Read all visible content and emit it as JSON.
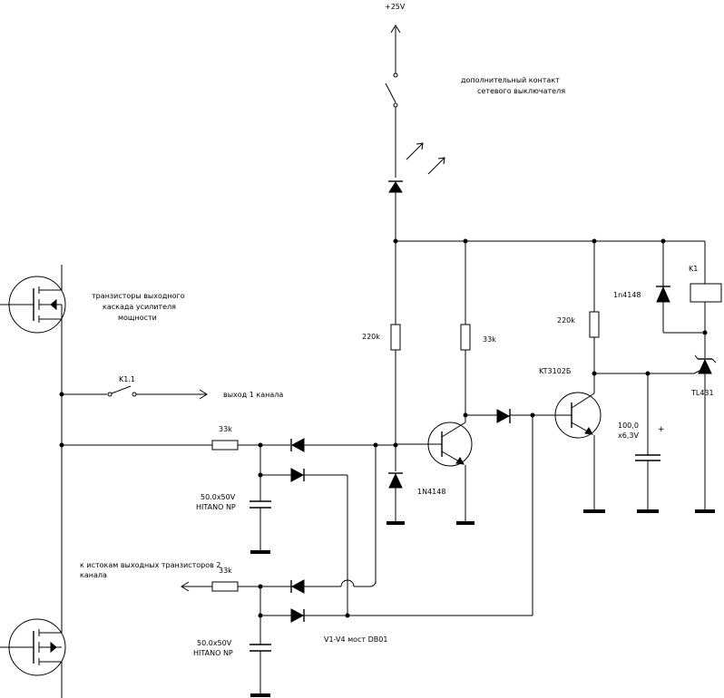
{
  "labels": {
    "supply": "+25V",
    "extra_contact_line1": "дополнительный контакт",
    "extra_contact_line2": "сетевого выключателя",
    "transistors_line1": "транзисторы выходного",
    "transistors_line2": "каскада усилителя",
    "transistors_line3": "мощности",
    "k1_1": "K1.1",
    "output_ch1": "выход 1 канала",
    "r_220k_left": "220k",
    "r_33k_mid": "33k",
    "r_33k_top": "33k",
    "r_33k_bottom": "33k",
    "r_220k_right": "220k",
    "diode_1n4148_right": "1n4148",
    "diode_1n4148_bottom": "1N4148",
    "relay": "K1",
    "transistor": "KT3102Б",
    "tl431": "TL431",
    "cap_value_line1": "100,0",
    "cap_value_line2": "x6,3V",
    "cap_plus": "+",
    "cap1_line1": "50.0x50V",
    "cap1_line2": "HITANO NP",
    "cap2_line1": "50.0x50V",
    "cap2_line2": "HITANO NP",
    "drains_ch2_line1": "к истокам выходных транзисторов 2",
    "drains_ch2_line2": "канала",
    "bridge": "V1-V4 мост DB01"
  }
}
